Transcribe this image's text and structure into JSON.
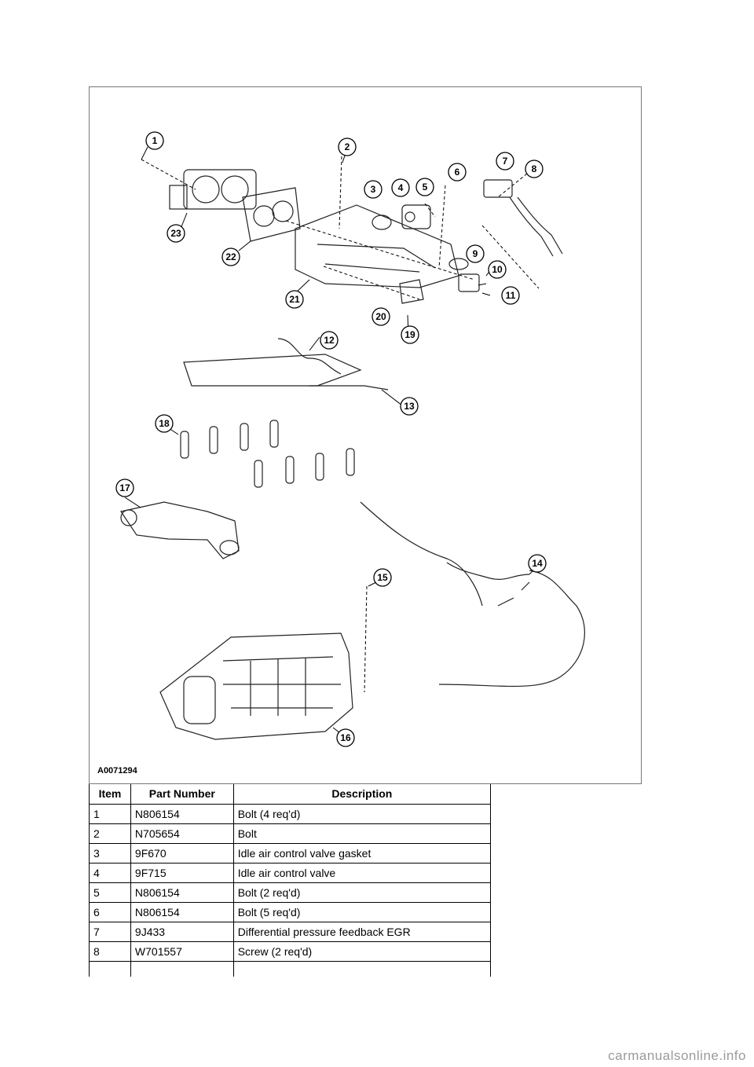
{
  "figure": {
    "id_label": "A0071294",
    "callouts": [
      "1",
      "2",
      "3",
      "4",
      "5",
      "6",
      "7",
      "8",
      "9",
      "10",
      "11",
      "12",
      "13",
      "14",
      "15",
      "16",
      "17",
      "18",
      "19",
      "20",
      "21",
      "22",
      "23"
    ]
  },
  "table": {
    "headers": [
      "Item",
      "Part Number",
      "Description"
    ],
    "rows": [
      [
        "1",
        "N806154",
        "Bolt (4 req'd)"
      ],
      [
        "2",
        "N705654",
        "Bolt"
      ],
      [
        "3",
        "9F670",
        "Idle air control valve gasket"
      ],
      [
        "4",
        "9F715",
        "Idle air control valve"
      ],
      [
        "5",
        "N806154",
        "Bolt (2 req'd)"
      ],
      [
        "6",
        "N806154",
        "Bolt (5 req'd)"
      ],
      [
        "7",
        "9J433",
        "Differential pressure feedback EGR"
      ],
      [
        "8",
        "W701557",
        "Screw (2 req'd)"
      ]
    ]
  },
  "footer": "carmanualsonline.info"
}
